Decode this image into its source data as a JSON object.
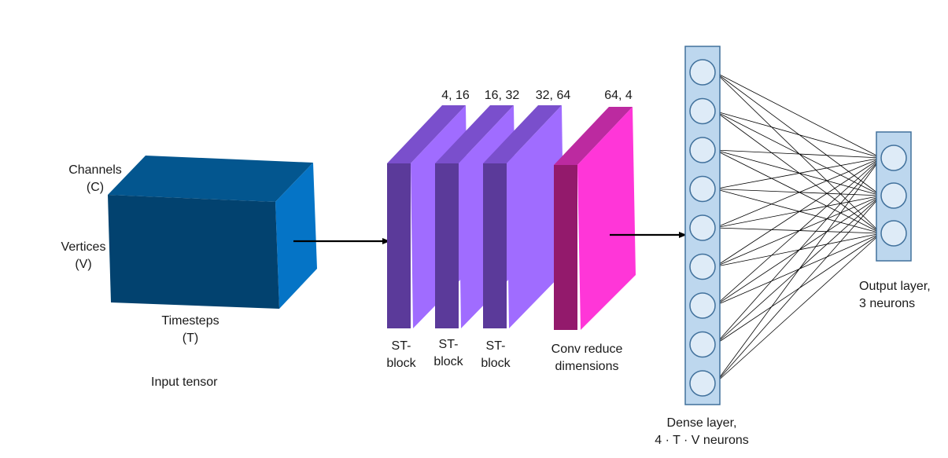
{
  "input": {
    "channels": [
      "Channels",
      "(C)"
    ],
    "vertices": [
      "Vertices",
      "(V)"
    ],
    "timesteps": [
      "Timesteps",
      "(T)"
    ],
    "caption": "Input tensor",
    "colors": {
      "front": "#02426F",
      "top": "#03568F",
      "side": "#0574C6"
    }
  },
  "blocks": [
    {
      "dims": "4, 16",
      "label": [
        "ST-",
        "block"
      ]
    },
    {
      "dims": "16, 32",
      "label": [
        "ST-",
        "block"
      ]
    },
    {
      "dims": "32, 64",
      "label": [
        "ST-",
        "block"
      ]
    }
  ],
  "block_colors": {
    "front": "#A06CFF",
    "side": "#5B3A9A",
    "top": "#7A4FCC"
  },
  "conv": {
    "dims": "64, 4",
    "label": [
      "Conv reduce",
      "dimensions"
    ],
    "colors": {
      "front": "#FF36D8",
      "side": "#931A6C",
      "top": "#BC2AA0"
    }
  },
  "dense": {
    "label": [
      "Dense layer,",
      "4 · T · V neurons"
    ],
    "neuron_count": 9,
    "colors": {
      "panel": "#BDD7EE",
      "neuron": "#DEEBF7",
      "stroke": "#41719C"
    }
  },
  "output": {
    "label": [
      "Output layer,",
      "3 neurons"
    ],
    "neuron_count": 3
  }
}
